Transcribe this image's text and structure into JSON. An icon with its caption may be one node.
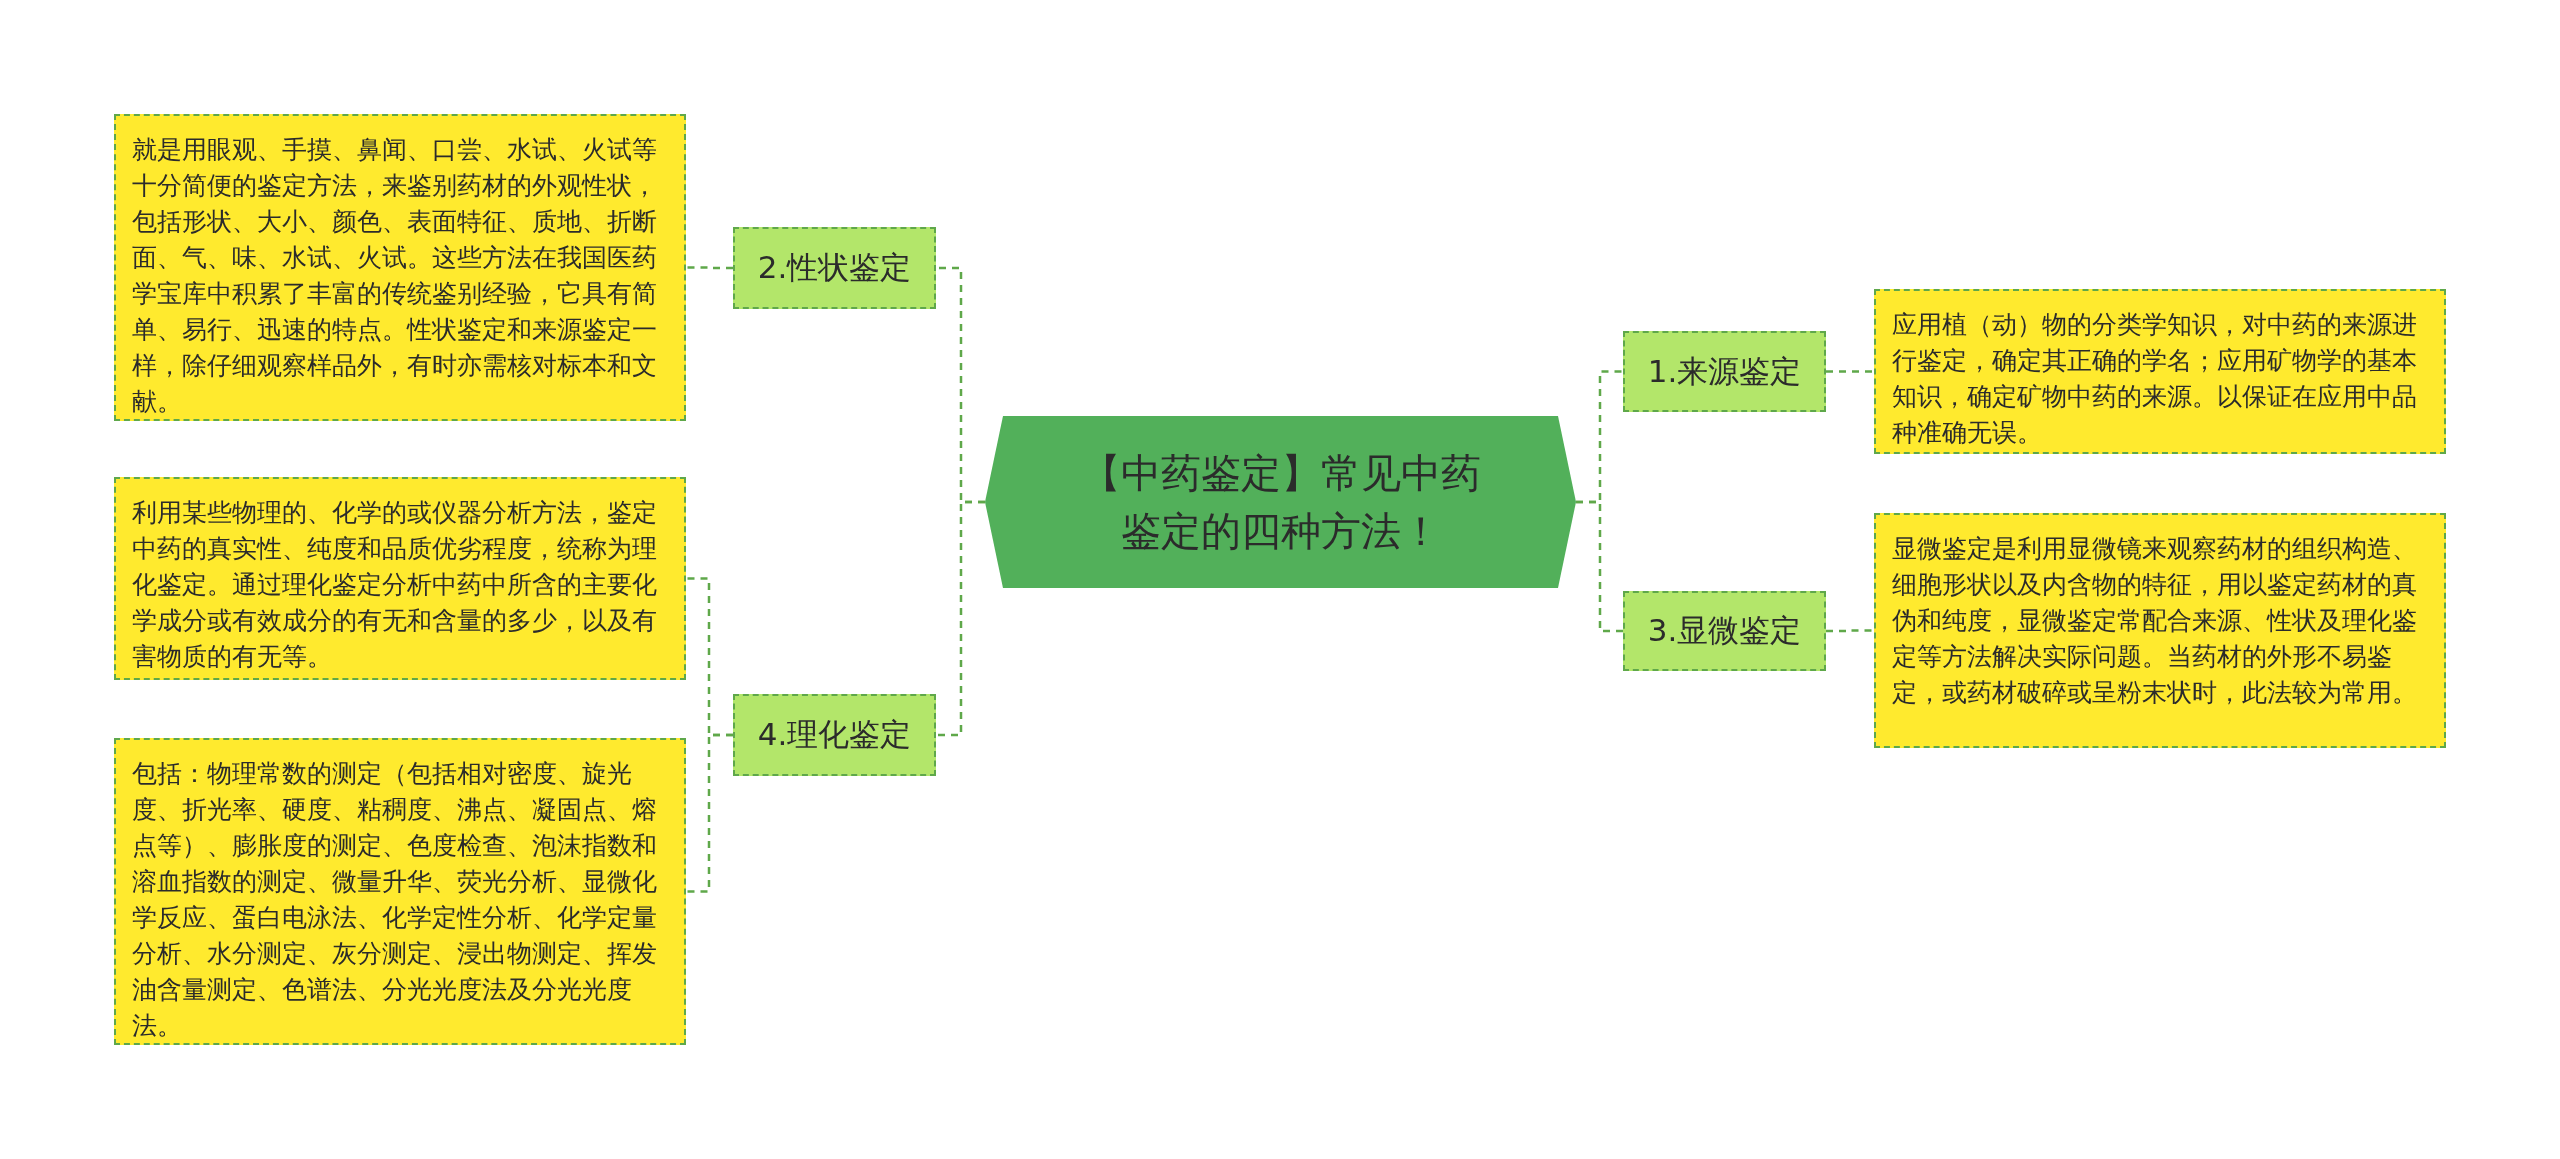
{
  "diagram": {
    "nodes": [
      {
        "text": [
          "【中药鉴定】常见中药鉴定的四种方法！"
        ]
      },
      {
        "text": [
          "1.来源鉴定"
        ]
      },
      {
        "text": [
          "应用植（动）物的分类学知识，对中药的来源进行鉴定，确定其正确的学名；应用矿物学的基本知识，确定矿物中药的来源。以保证在应用中品种准确无误。"
        ]
      },
      {
        "text": [
          "3.显微鉴定"
        ]
      },
      {
        "text": [
          "显微鉴定是利用显微镜来观察药材的组织构造、细胞形状以及内含物的特征，用以鉴定药材的真伪和纯度，显微鉴定常配合来源、性状及理化鉴定等方法解决实际问题。当药材的外形不易鉴定，或药材破碎或呈粉末状时，此法较为常用。"
        ]
      },
      {
        "text": [
          "2.性状鉴定"
        ]
      },
      {
        "text": [
          "就是用眼观、手摸、鼻闻、口尝、水试、火试等十分简便的鉴定方法，来鉴别药材的外观性状，包括形状、大小、颜色、表面特征、质地、折断面、气、味、水试、火试。这些方法在我国医药学宝库中积累了丰富的传统鉴别经验，它具有简单、易行、迅速的特点。性状鉴定和来源鉴定一样，除仔细观察样品外，有时亦需核对标本和文献。"
        ]
      },
      {
        "text": [
          "4.理化鉴定"
        ]
      },
      {
        "text": [
          "利用某些物理的、化学的或仪器分析方法，鉴定中药的真实性、纯度和品质优劣程度，统称为理化鉴定。通过理化鉴定分析中药中所含的主要化学成分或有效成分的有无和含量的多少，以及有害物质的有无等。"
        ]
      },
      {
        "text": [
          "包括：物理常数的测定（包括相对密度、旋光度、折光率、硬度、粘稠度、沸点、凝固点、熔点等）、膨胀度的测定、色度检查、泡沫指数和溶血指数的测定、微量升华、荧光分析、显微化学反应、蛋白电泳法、化学定性分析、化学定量分析、水分测定、灰分测定、浸出物测定、挥发油含量测定、色谱法、分光光度法及分光光度法。"
        ]
      }
    ],
    "edges": [
      {
        "from": 0,
        "to": 1,
        "arrow": "none"
      },
      {
        "from": 1,
        "to": 2,
        "arrow": "none"
      },
      {
        "from": 0,
        "to": 3,
        "arrow": "none"
      },
      {
        "from": 3,
        "to": 4,
        "arrow": "none"
      },
      {
        "from": 0,
        "to": 5,
        "arrow": "none"
      },
      {
        "from": 5,
        "to": 6,
        "arrow": "none"
      },
      {
        "from": 0,
        "to": 7,
        "arrow": "none"
      },
      {
        "from": 7,
        "to": 8,
        "arrow": "none"
      },
      {
        "from": 7,
        "to": 9,
        "arrow": "none"
      }
    ]
  }
}
